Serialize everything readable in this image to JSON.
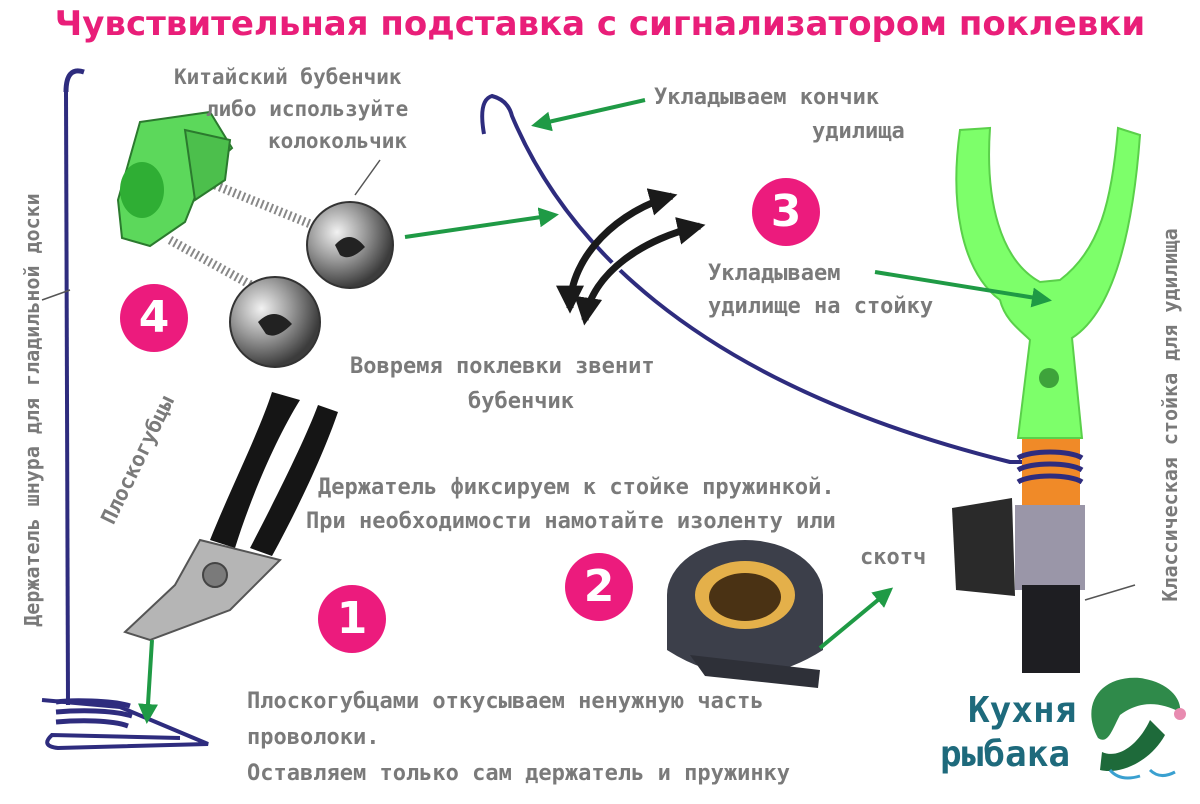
{
  "title": "Чувствительная подставка с сигнализатором поклевки",
  "labels": {
    "bell_note_1": "Китайский бубенчик",
    "bell_note_2": "либо используйте",
    "bell_note_3": "колокольчик",
    "tip_1": "Укладываем кончик",
    "tip_2": "удилища",
    "rod_1": "Укладываем",
    "rod_2": "удилище на стойку",
    "ring_1": "Вовремя поклевки звенит",
    "ring_2": "бубенчик",
    "pliers": "Плоскогубцы",
    "fix_1": "Держатель фиксируем к стойке пружинкой.",
    "fix_2": "При необходимости намотайте изоленту или",
    "fix_3": "скотч",
    "cut_1": "Плоскогубцами откусываем ненужную часть",
    "cut_2": "проволоки.",
    "cut_3": "Оставляем только сам держатель и пружинку",
    "left_vertical": "Держатель шнура для гладильной доски",
    "right_vertical": "Классическая стойка для удилища"
  },
  "badges": {
    "one": "1",
    "two": "2",
    "three": "3",
    "four": "4"
  },
  "brand": {
    "line1": "Кухня",
    "line2": "рыбака"
  },
  "colors": {
    "title": "#e91e79",
    "badge": "#ec1b7d",
    "arrow": "#1f9a45",
    "wire": "#2e2c7e",
    "holder": "#7dff6a",
    "text": "#7a7a7a",
    "brand": "#1e6a7c"
  },
  "icons": [
    "fishing-bell-icon",
    "pliers-icon",
    "electrical-tape-icon",
    "rod-rest-icon",
    "fish-logo-icon",
    "double-arrow-icon"
  ]
}
